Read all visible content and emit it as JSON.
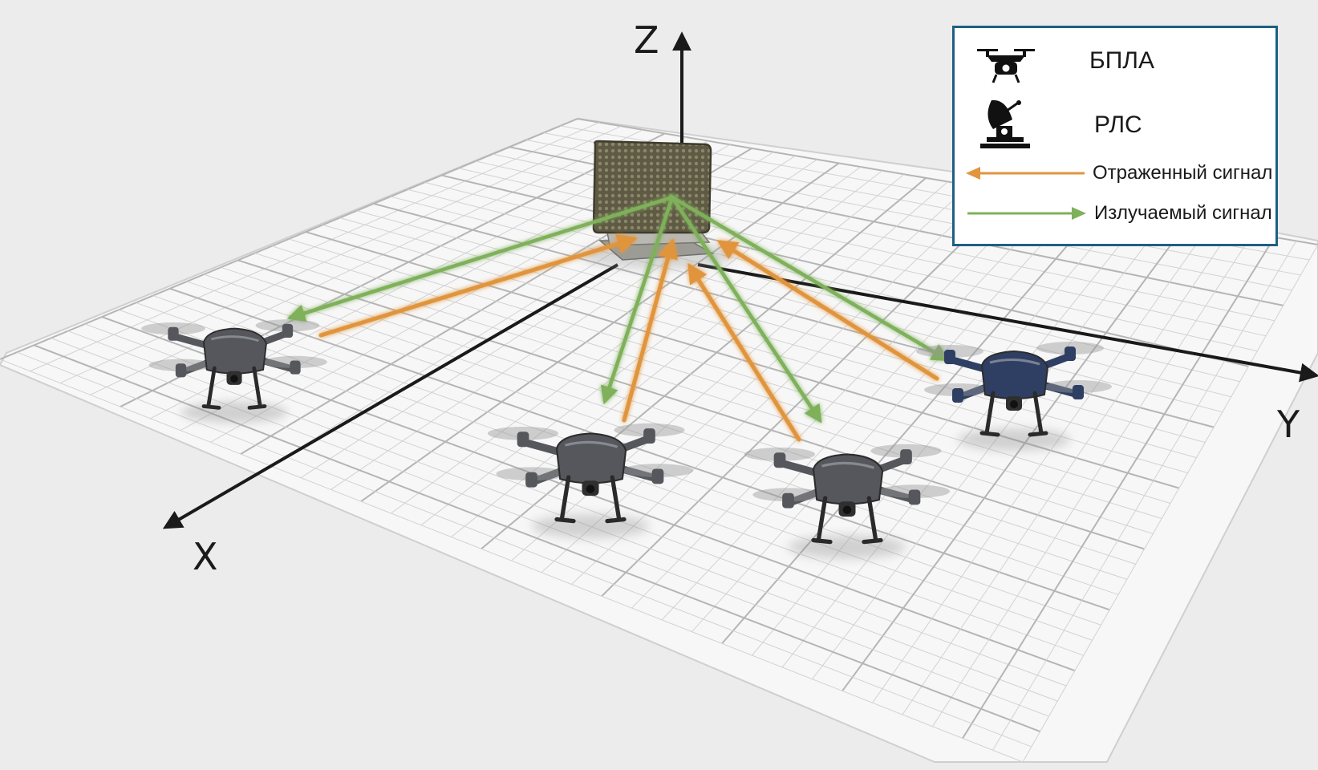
{
  "axes": {
    "x": "X",
    "y": "Y",
    "z": "Z"
  },
  "legend": {
    "items": [
      {
        "icon": "drone-icon",
        "label": "БПЛА"
      },
      {
        "icon": "radar-icon",
        "label": "РЛС"
      },
      {
        "icon": "orange-arrow-icon",
        "label": "Отраженный сигнал",
        "color": "#e0953e"
      },
      {
        "icon": "green-arrow-icon",
        "label": "Излучаемый сигнал",
        "color": "#7fb05a"
      }
    ]
  },
  "colors": {
    "reflected_signal": "#e0953e",
    "emitted_signal": "#7fb05a",
    "drone_grey": "#55575c",
    "drone_blue": "#2f3f63",
    "legend_border": "#1d5f86"
  }
}
